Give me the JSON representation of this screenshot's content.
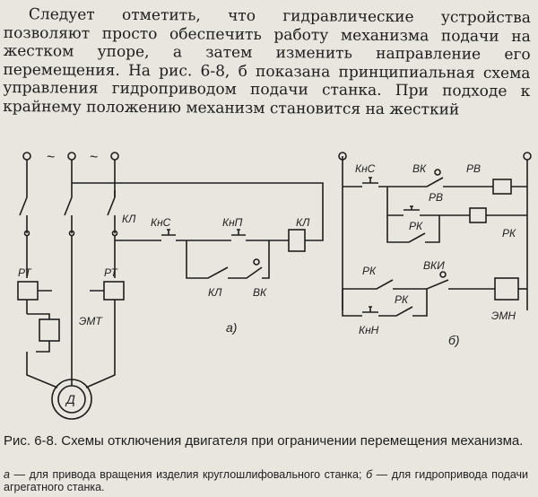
{
  "paragraph": "Следует отметить, что гидравлические устройства позволяют просто обеспечить работу механизма подачи на жестком упоре, а затем изменить направление его перемещения. На рис. 6-8, б показана принципиальная схема управления гидроприводом подачи станка. При подходе к крайнему положению механизм становится на жесткий",
  "figure": {
    "schema_a": {
      "label": "а)",
      "labels": {
        "kns": "КнС",
        "knp": "КнП",
        "kl_coil": "КЛ",
        "kl_main": "КЛ",
        "kl_contact": "КЛ",
        "vk": "ВК",
        "rt_left": "РТ",
        "rt_right": "РТ",
        "emt": "ЭМТ",
        "motor": "Д"
      },
      "phase_symbols": [
        "~",
        "~"
      ]
    },
    "schema_b": {
      "label": "б)",
      "labels": {
        "kns": "КнС",
        "vk": "ВК",
        "rv_coil": "РВ",
        "rv_contact": "РВ",
        "rk_contact_1": "РК",
        "rk_coil": "РК",
        "rk_contact_2": "РК",
        "vki": "ВКИ",
        "rk_contact_3": "РК",
        "emn": "ЭМН",
        "knn": "КнН"
      }
    }
  },
  "caption": "Рис. 6-8. Схемы отключения двигателя при ограничении перемещения механизма.",
  "legend": {
    "a_letter": "а",
    "a_text": " — для привода вращения изделия круглошлифовального станка; ",
    "b_letter": "б",
    "b_text": " — для гидропривода подачи агрегатного станка."
  }
}
